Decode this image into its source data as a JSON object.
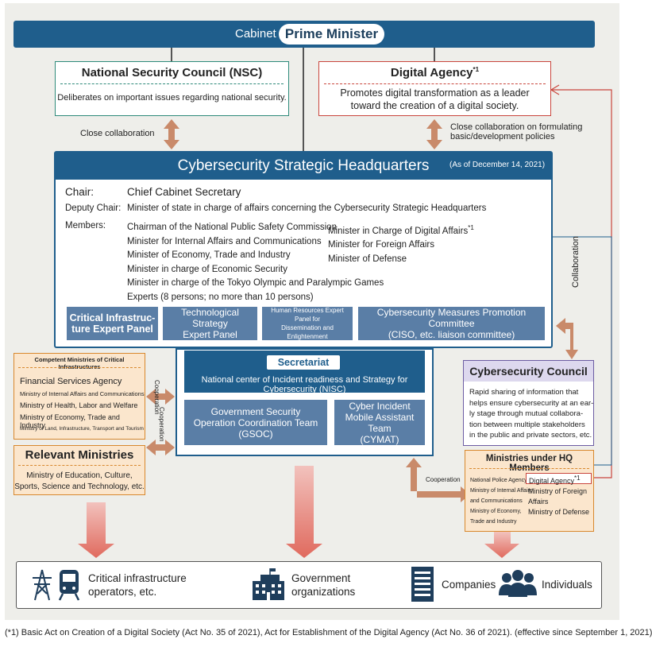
{
  "cabinet": {
    "label": "Cabinet",
    "pm": "Prime Minister"
  },
  "nsc": {
    "title": "National Security Council (NSC)",
    "desc": "Deliberates on important issues regarding national security."
  },
  "digital_agency": {
    "title": "Digital Agency",
    "footnote_mark": "*1",
    "desc_line1": "Promotes digital transformation as a leader",
    "desc_line2": "toward the creation of a digital society."
  },
  "links": {
    "close_collab": "Close collaboration",
    "close_collab_policies_1": "Close collaboration on formulating",
    "close_collab_policies_2": "basic/development policies",
    "collaboration": "Collaboration",
    "cooperation": "Cooperation"
  },
  "hq": {
    "title": "Cybersecurity Strategic Headquarters",
    "date": "(As of December 14, 2021)",
    "chair_label": "Chair:",
    "chair": "Chief Cabinet Secretary",
    "deputy_label": "Deputy Chair:",
    "deputy": "Minister of state in charge of affairs concerning the Cybersecurity Strategic Headquarters",
    "members_label": "Members:",
    "members_left": [
      "Chairman of the National Public Safety Commission",
      "Minister for Internal Affairs and Communications",
      "Minister of Economy, Trade and Industry",
      "Minister in charge of Economic Security",
      "Minister in charge of the Tokyo Olympic and Paralympic Games",
      "Experts (8 persons; no more than 10 persons)"
    ],
    "members_right": [
      "Minister in Charge of Digital Affairs",
      "Minister for Foreign Affairs",
      "Minister of Defense"
    ],
    "members_right_mark": "*1",
    "panels": [
      {
        "line1": "Critical Infrastruc-",
        "line2": "ture Expert Panel"
      },
      {
        "line1": "Technological Strategy",
        "line2": "Expert Panel"
      },
      {
        "line1": "Human Resources Expert Panel for",
        "line2": "Dissemination and Enlightenment"
      },
      {
        "line1": "Cybersecurity Measures Promotion Committee",
        "line2": "(CISO, etc. liaison committee)"
      }
    ]
  },
  "secretariat": {
    "label": "Secretariat",
    "sub": "National center of Incident readiness and Strategy for Cybersecurity (NISC)",
    "gsoc": {
      "line1": "Government Security",
      "line2": "Operation Coordination Team",
      "line3": "(GSOC)"
    },
    "cymat": {
      "line1": "Cyber Incident",
      "line2": "Mobile Assistant Team",
      "line3": "(CYMAT)"
    }
  },
  "competent_ministries": {
    "title": "Competent Ministries of Critical Infrastructures",
    "items": [
      "Financial Services Agency",
      "Ministry of Internal Affairs and Communications",
      "Ministry of Health, Labor and Welfare",
      "Ministry of Economy, Trade and Industry",
      "Ministry of Land, Infrastructure, Transport and Tourism"
    ]
  },
  "relevant_ministries": {
    "title": "Relevant Ministries",
    "line1": "Ministry of Education, Culture,",
    "line2": "Sports, Science and Technology, etc."
  },
  "cyber_council": {
    "title": "Cybersecurity Council",
    "lines": [
      "Rapid sharing of information that",
      "helps ensure cybersecurity at an ear-",
      "ly stage through mutual collabora-",
      "tion between multiple stakeholders",
      "in the public and private sectors, etc."
    ]
  },
  "ministries_hq": {
    "title": "Ministries under HQ Members",
    "left": [
      "National Police Agency",
      "Ministry of Internal Affairs",
      "and Communications",
      "Ministry of Economy,",
      "Trade and Industry"
    ],
    "digital_agency": "Digital Agency",
    "digital_mark": "*1",
    "right": [
      "Ministry of Foreign",
      "Affairs",
      "Ministry of Defense"
    ]
  },
  "bottom": {
    "ci_line1": "Critical infrastructure",
    "ci_line2": "operators, etc.",
    "gov_line1": "Government",
    "gov_line2": "organizations",
    "companies": "Companies",
    "individuals": "Individuals"
  },
  "footnote": "(*1) Basic Act on Creation of a Digital Society (Act No. 35 of 2021), Act for Establishment of the Digital Agency (Act No. 36 of 2021). (effective since September 1, 2021)",
  "colors": {
    "navy": "#1f5e8c",
    "panel": "#5a7ea6",
    "orange": "#d8882e",
    "red": "#c9463d",
    "purple": "#6c5ca3"
  }
}
